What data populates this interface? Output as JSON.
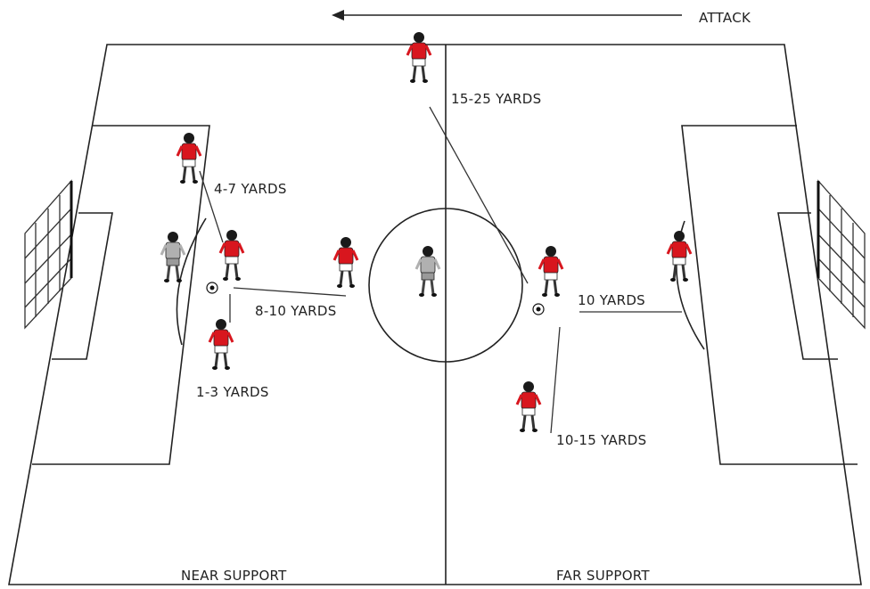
{
  "direction": {
    "label": "ATTACK",
    "arrow": "left-arrow"
  },
  "distances": {
    "d1": "15-25 YARDS",
    "d2": "4-7 YARDS",
    "d3": "8-10 YARDS",
    "d4": "1-3 YARDS",
    "d5": "10 YARDS",
    "d6": "10-15 YARDS"
  },
  "sections": {
    "left": "NEAR SUPPORT",
    "right": "FAR SUPPORT"
  },
  "colors": {
    "attacking_kit": "#d8161e",
    "defending_kit": "#b0b0b0",
    "lines": "#222222"
  }
}
